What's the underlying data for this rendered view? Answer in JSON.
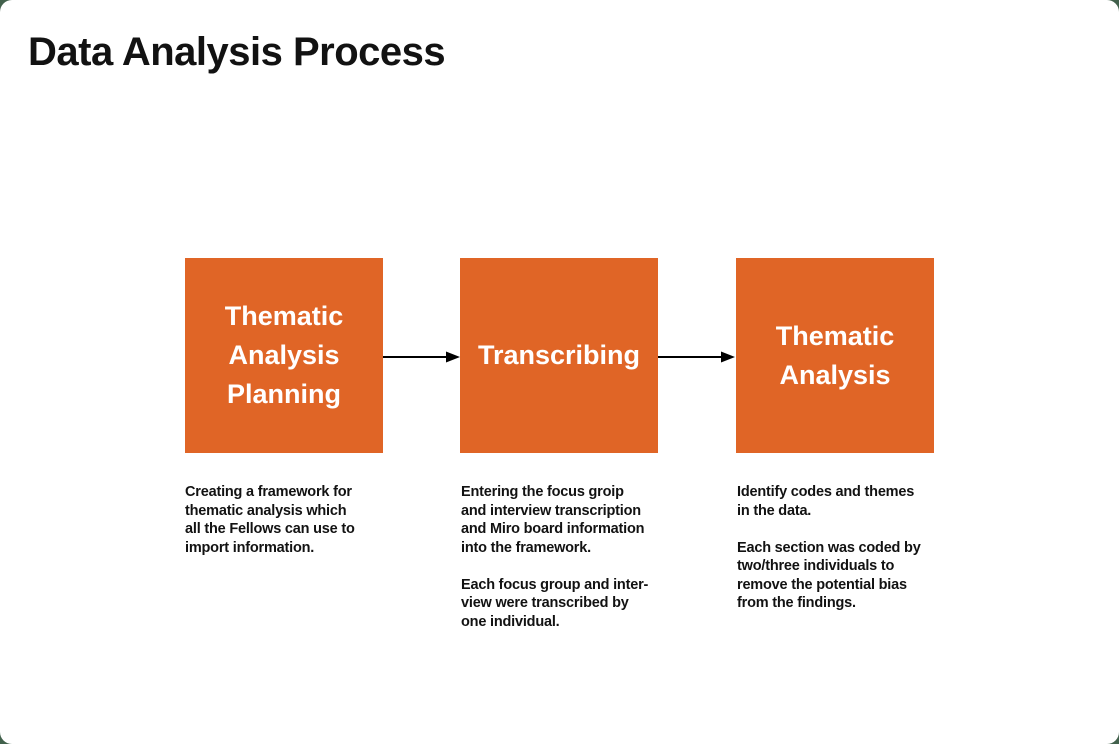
{
  "page": {
    "title": "Data Analysis Process"
  },
  "colors": {
    "box_orange": "#E06526",
    "background_green": "#42614C",
    "card_background": "#FFFFFF",
    "title_text": "#121212",
    "box_label_text": "#FFFFFF",
    "arrow": "#000000"
  },
  "steps": [
    {
      "label": "Thematic\nAnalysis\nPlanning",
      "description": "Creating a framework for\nthematic analysis which\nall the Fellows can use to\nimport information."
    },
    {
      "label": "Transcribing",
      "description": "Entering the focus groip\nand interview transcription\nand Miro board information\ninto the framework.\n\nEach focus group and inter-\nview were transcribed by\none individual."
    },
    {
      "label": "Thematic\nAnalysis",
      "description": "Identify codes and themes\nin the data.\n\nEach section was coded by\ntwo/three individuals to\nremove the potential bias\nfrom the findings."
    }
  ]
}
